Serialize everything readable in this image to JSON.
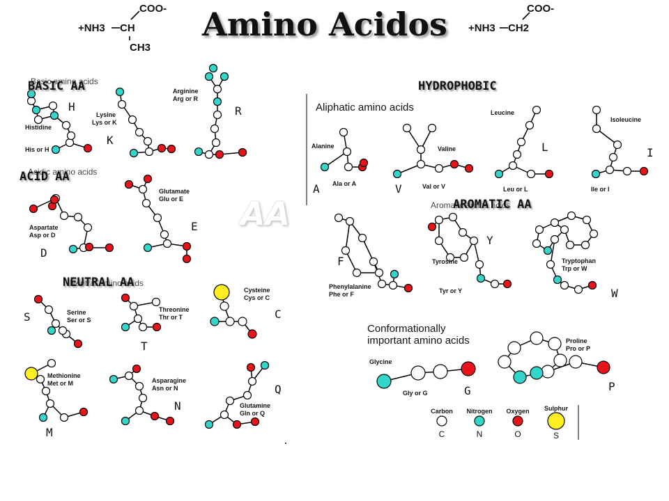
{
  "title": "Amino Acidos",
  "watermark": "AA",
  "formulas": {
    "left": {
      "charge": "+NH3",
      "ch": "CH",
      "coo": "COO-",
      "r": "CH3"
    },
    "right": {
      "charge": "+NH3",
      "ch": "CH2",
      "coo": "COO-"
    }
  },
  "sections": {
    "basic": "BASIC AA",
    "acid": "ACID AA",
    "neutral": "NEUTRAL AA",
    "hydrophobic": "HYDROPHOBIC",
    "aromatic": "AROMATIC AA"
  },
  "subheaders": {
    "basic": "Basic amino acids",
    "acidic": "Acidic amino acids",
    "neutral": "Neutral amino acids",
    "aliphatic": "Aliphatic amino acids",
    "aromatic": "Aromatic amino acids",
    "conformational_1": "Conformationally",
    "conformational_2": "important amino acids"
  },
  "amino_acids": {
    "histidine": {
      "name": "Histidine",
      "code": "His or H",
      "letter": "H"
    },
    "lysine": {
      "name": "Lysine",
      "code": "Lys or K",
      "letter": "K"
    },
    "arginine": {
      "name": "Arginine",
      "code": "Arg or R",
      "letter": "R"
    },
    "aspartate": {
      "name": "Aspartate",
      "code": "Asp or D",
      "letter": "D"
    },
    "glutamate": {
      "name": "Glutamate",
      "code": "Glu or E",
      "letter": "E"
    },
    "serine": {
      "name": "Serine",
      "code": "Ser or S",
      "letter": "S"
    },
    "threonine": {
      "name": "Threonine",
      "code": "Thr or T",
      "letter": "T"
    },
    "cysteine": {
      "name": "Cysteine",
      "code": "Cys or C",
      "letter": "C"
    },
    "methionine": {
      "name": "Methionine",
      "code": "Met or M",
      "letter": "M"
    },
    "asparagine": {
      "name": "Asparagine",
      "code": "Asn or N",
      "letter": "N"
    },
    "glutamine": {
      "name": "Glutamine",
      "code": "Gln or Q",
      "letter": "Q"
    },
    "alanine": {
      "name": "Alanine",
      "code": "Ala or A",
      "letter": "A"
    },
    "valine": {
      "name": "Valine",
      "code": "Val or V",
      "letter": "V"
    },
    "leucine": {
      "name": "Leucine",
      "code": "Leu or L",
      "letter": "L"
    },
    "isoleucine": {
      "name": "Isoleucine",
      "code": "Ile or I",
      "letter": "I"
    },
    "phenylalanine": {
      "name": "Phenylalanine",
      "code": "Phe or F",
      "letter": "F"
    },
    "tyrosine": {
      "name": "Tyrosine",
      "code": "Tyr or Y",
      "letter": "Y"
    },
    "tryptophan": {
      "name": "Tryptophan",
      "code": "Trp or W",
      "letter": "W"
    },
    "glycine": {
      "name": "Glycine",
      "code": "Gly or G",
      "letter": "G"
    },
    "proline": {
      "name": "Proline",
      "code": "Pro or P",
      "letter": "P"
    }
  },
  "legend": [
    {
      "label": "Carbon",
      "symbol": "C",
      "color": "#ffffff"
    },
    {
      "label": "Nitrogen",
      "symbol": "N",
      "color": "#33d6cc"
    },
    {
      "label": "Oxygen",
      "symbol": "O",
      "color": "#e8141c"
    },
    {
      "label": "Sulphur",
      "symbol": "S",
      "color": "#ffee22"
    }
  ],
  "atom_colors": {
    "C": "#ffffff",
    "N": "#33d6cc",
    "O": "#e8141c",
    "S": "#ffee22"
  }
}
